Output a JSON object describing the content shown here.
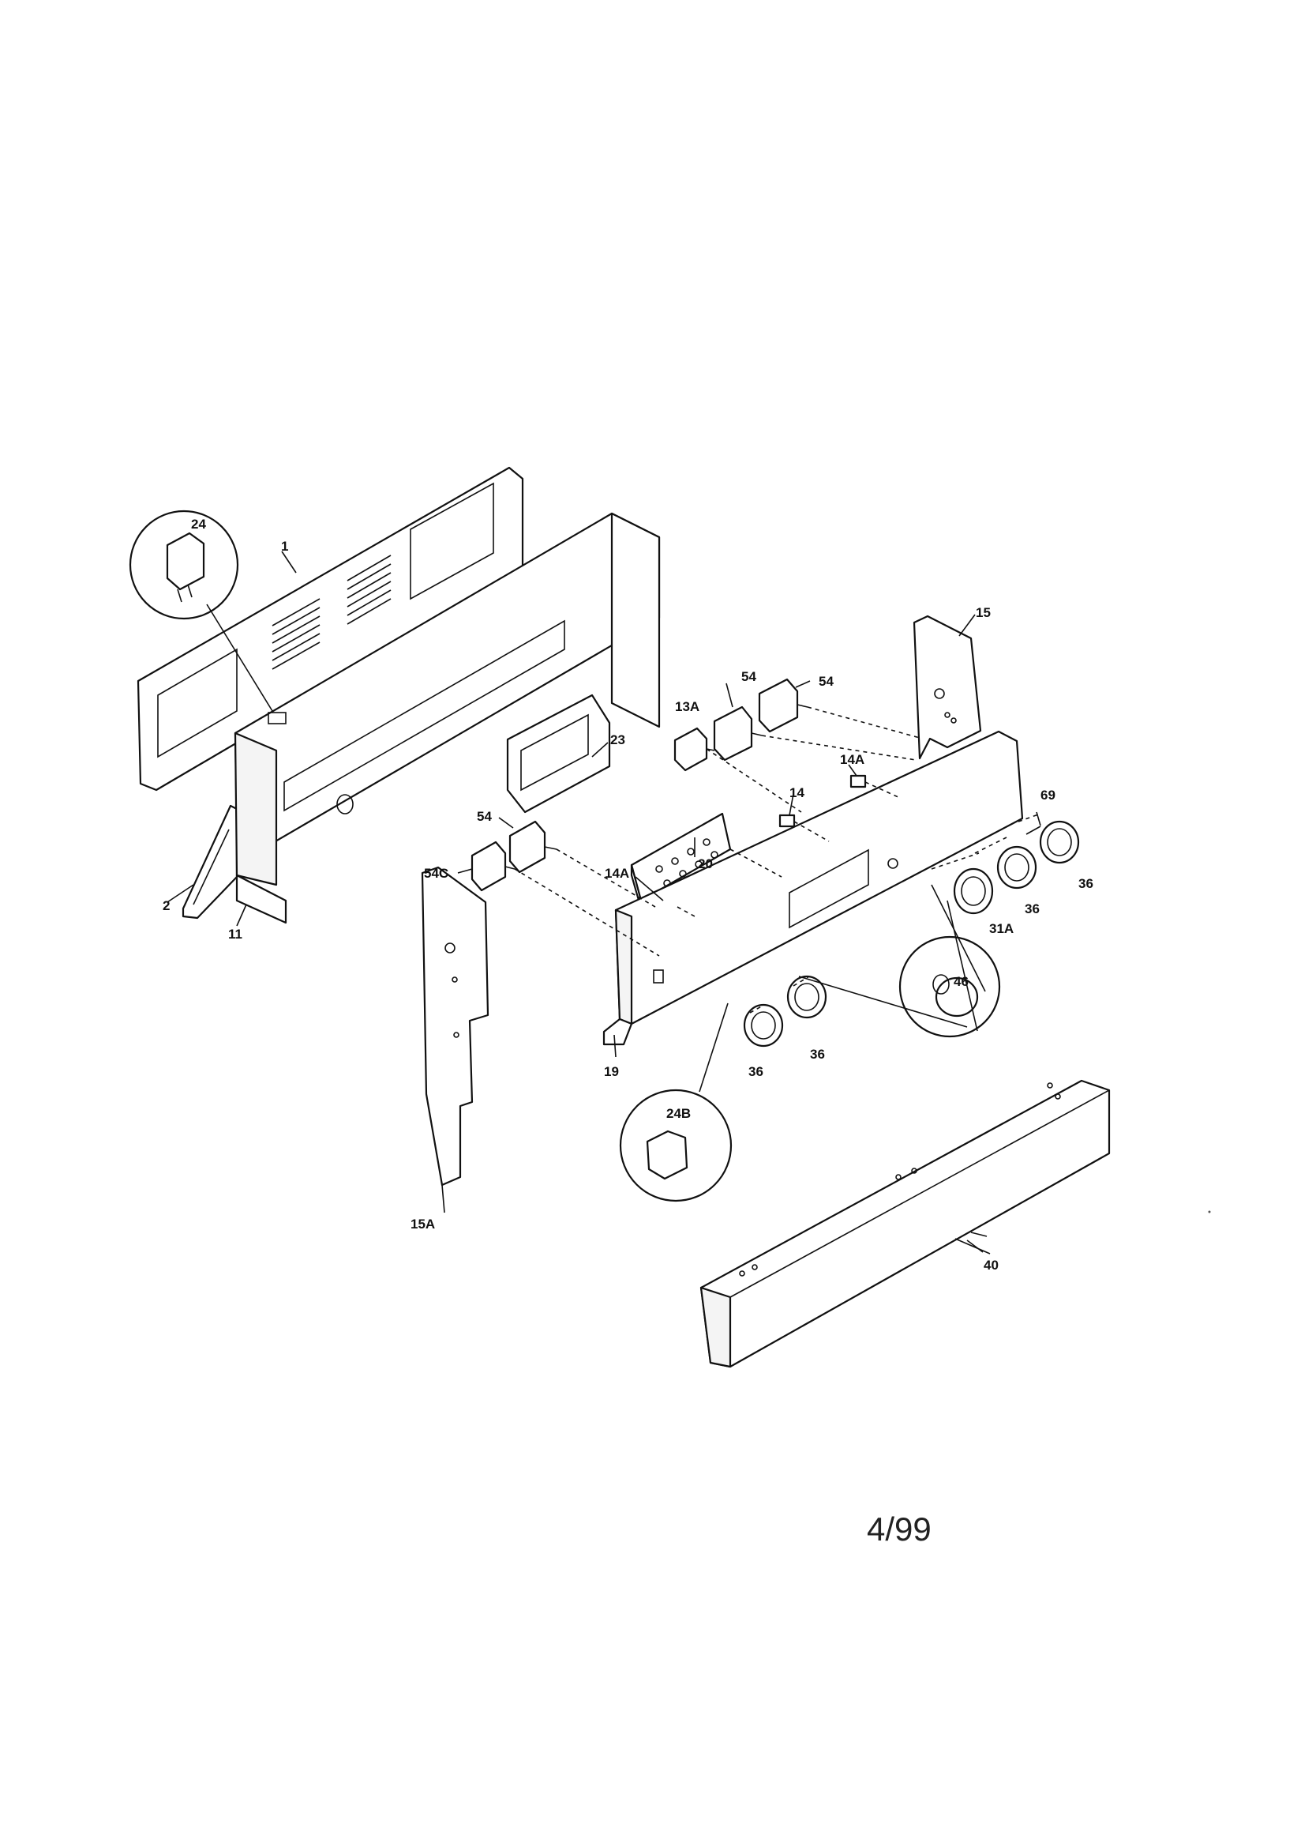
{
  "callouts": {
    "c1": "1",
    "c2": "2",
    "c11": "11",
    "c13a": "13A",
    "c14": "14",
    "c14a_upper": "14A",
    "c14a_lower": "14A",
    "c15": "15",
    "c15a": "15A",
    "c19": "19",
    "c20": "20",
    "c23": "23",
    "c24": "24",
    "c24b": "24B",
    "c31a": "31A",
    "c36_a": "36",
    "c36_b": "36",
    "c36_c": "36",
    "c36_d": "36",
    "c40": "40",
    "c46": "46",
    "c54_a": "54",
    "c54_b": "54",
    "c54_c": "54",
    "c54c": "54C",
    "c69": "69"
  },
  "date_stamp": "4/99"
}
